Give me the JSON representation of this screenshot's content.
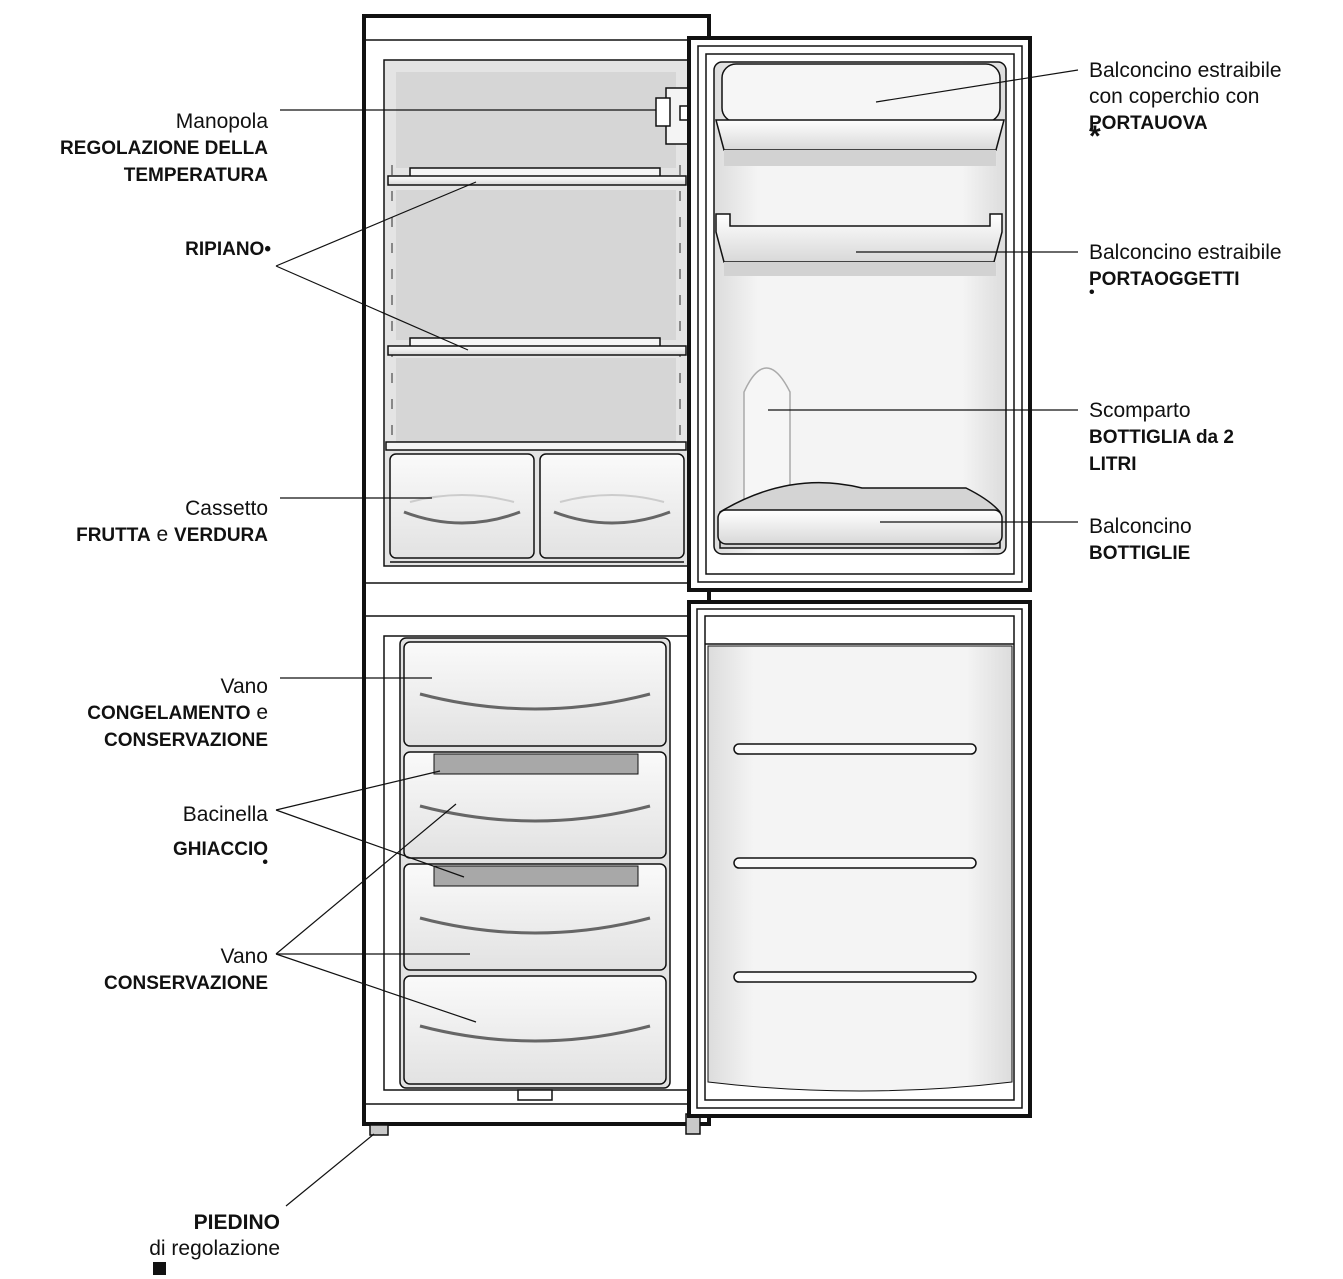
{
  "labels": {
    "manopola": {
      "line1": "Manopola",
      "line2": "REGOLAZIONE DELLA",
      "line3": "TEMPERATURA"
    },
    "ripiano": {
      "line1": "RIPIANO",
      "mark": "•"
    },
    "cassetto": {
      "line1": "Cassetto",
      "bold1": "FRUTTA",
      "mid": " e ",
      "bold2": "VERDURA"
    },
    "vano_congelamento": {
      "line1": "Vano",
      "bold1": "CONGELAMENTO",
      "mid": " e",
      "line3": "CONSERVAZIONE"
    },
    "bacinella": {
      "line1": "Bacinella",
      "line2": "GHIACCIO",
      "mark": "•"
    },
    "vano_conservazione": {
      "line1": "Vano",
      "line2": "CONSERVAZIONE"
    },
    "piedino": {
      "line1": "PIEDINO",
      "line2": "di regolazione"
    },
    "portauova": {
      "line1": "Balconcino estraibile",
      "line2": "con coperchio con",
      "line3": "PORTAUOVA",
      "mark": "*"
    },
    "portaoggetti": {
      "line1": "Balconcino estraibile",
      "line2": "PORTAOGGETTI",
      "mark": "•"
    },
    "bottiglia": {
      "line1": "Scomparto",
      "line2": "BOTTIGLIA da 2",
      "line3": "LITRI"
    },
    "bottiglie": {
      "line1": "Balconcino",
      "line2": "BOTTIGLIE"
    }
  },
  "colors": {
    "outline": "#111111",
    "interior": "#e6e6e6",
    "shadow": "#cfcfcf",
    "drawer": "#f0f0f0",
    "tray": "#a8a8a8"
  }
}
